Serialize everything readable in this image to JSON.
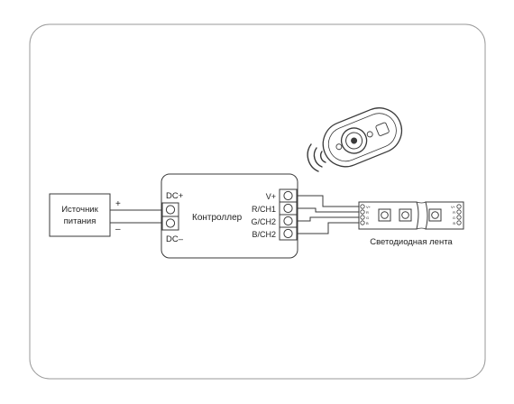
{
  "power_source": {
    "label_line1": "Источник",
    "label_line2": "питания",
    "plus": "+",
    "minus": "–"
  },
  "controller": {
    "label": "Контроллер",
    "dc_plus": "DC+",
    "dc_minus": "DC–",
    "outputs": [
      "V+",
      "R/CH1",
      "G/CH2",
      "B/CH2"
    ]
  },
  "led_strip": {
    "label": "Светодиодная лента",
    "pin_labels": [
      "V+",
      "R",
      "G",
      "B"
    ]
  },
  "remote": {
    "icon": "remote-control-icon",
    "signal_icon": "wireless-signal-icon"
  },
  "colors": {
    "stroke": "#3a3a3a",
    "frame": "#9a9a9a"
  }
}
